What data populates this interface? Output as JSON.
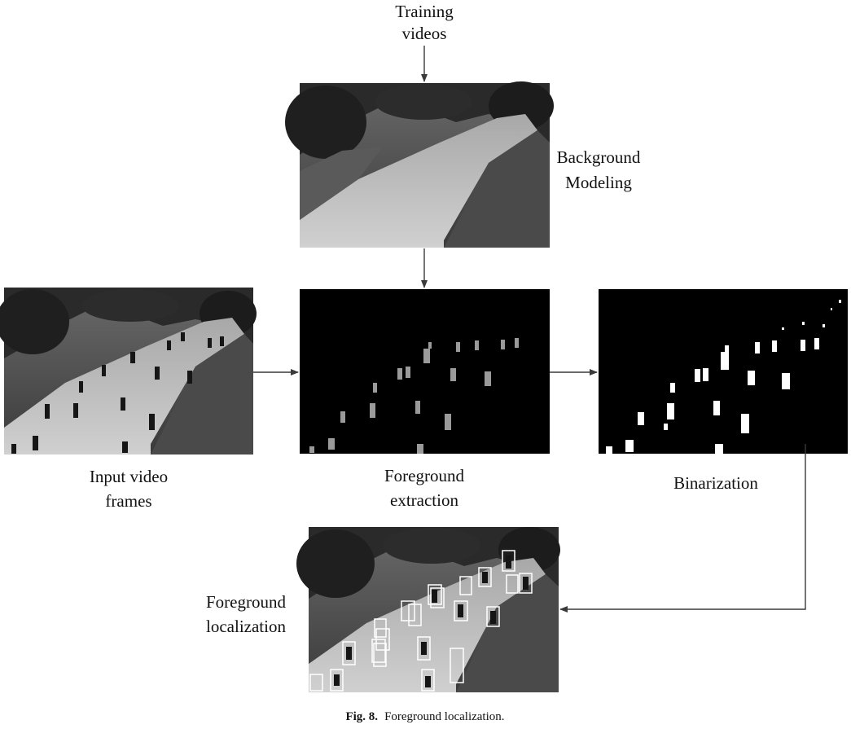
{
  "labels": {
    "training_l1": "Training",
    "training_l2": "videos",
    "background_l1": "Background",
    "background_l2": "Modeling",
    "input_l1": "Input video",
    "input_l2": "frames",
    "fgext_l1": "Foreground",
    "fgext_l2": "extraction",
    "binarization": "Binarization",
    "fgloc_l1": "Foreground",
    "fgloc_l2": "localization"
  },
  "caption": {
    "fig": "Fig. 8.",
    "text": "Foreground localization."
  }
}
